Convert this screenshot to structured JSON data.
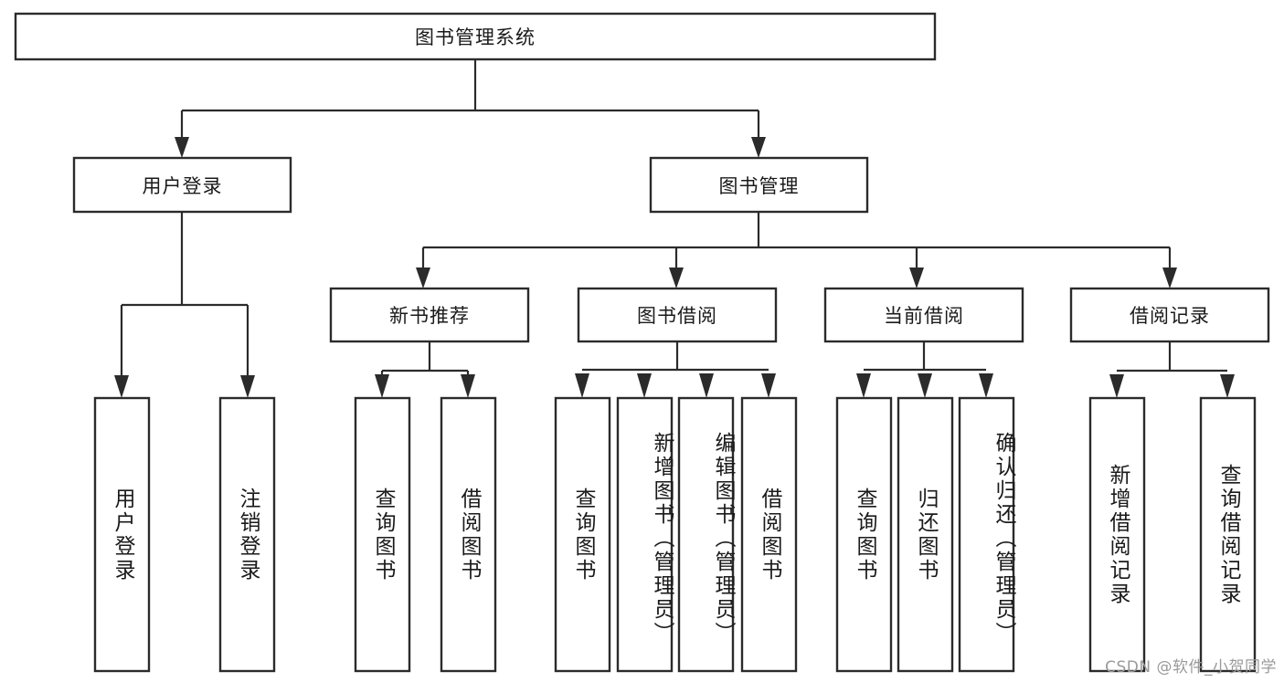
{
  "diagram": {
    "type": "hierarchy-tree",
    "title": "图书管理系统",
    "root": {
      "label": "图书管理系统"
    },
    "level2": [
      {
        "label": "用户登录"
      },
      {
        "label": "图书管理"
      }
    ],
    "level3": [
      {
        "label": "新书推荐"
      },
      {
        "label": "图书借阅"
      },
      {
        "label": "当前借阅"
      },
      {
        "label": "借阅记录"
      }
    ],
    "leaves": {
      "user_login": [
        {
          "label": "用户登录"
        },
        {
          "label": "注销登录"
        }
      ],
      "new_book_recommend": [
        {
          "label": "查询图书"
        },
        {
          "label": "借阅图书"
        }
      ],
      "book_borrow": [
        {
          "label": "查询图书"
        },
        {
          "label": "新增图书（管理员）"
        },
        {
          "label": "编辑图书（管理员）"
        },
        {
          "label": "借阅图书"
        }
      ],
      "current_borrow": [
        {
          "label": "查询图书"
        },
        {
          "label": "归还图书"
        },
        {
          "label": "确认归还（管理员）"
        }
      ],
      "borrow_record": [
        {
          "label": "新增借阅记录"
        },
        {
          "label": "查询借阅记录"
        }
      ]
    },
    "colors": {
      "stroke": "#2b2b2b",
      "fill": "#ffffff",
      "text": "#1a1a1a",
      "watermark": "#9a9a9a"
    }
  },
  "watermark": {
    "text": "CSDN @软件_小贺同学"
  }
}
